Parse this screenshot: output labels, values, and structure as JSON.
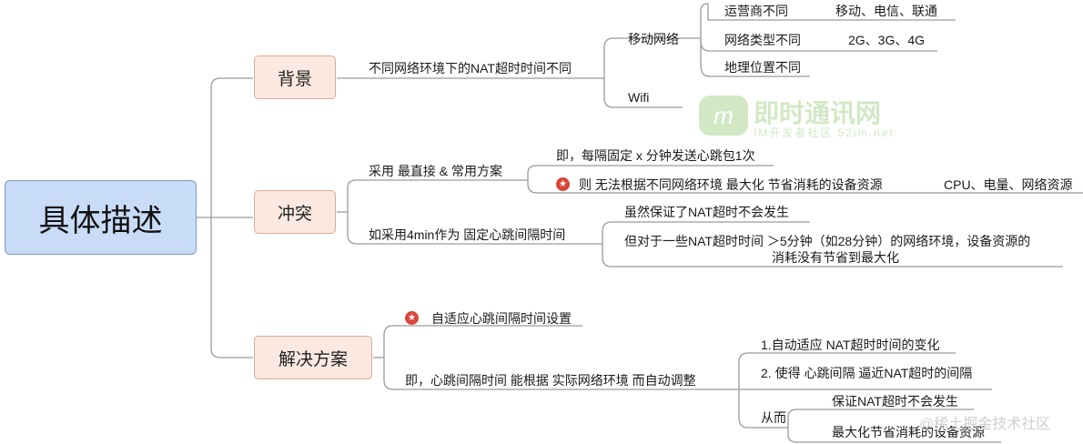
{
  "root": "具体描述",
  "branches": {
    "background": "背景",
    "conflict": "冲突",
    "solution": "解决方案"
  },
  "background": {
    "main": "不同网络环境下的NAT超时时间不同",
    "mobile": "移动网络",
    "carrier": "运营商不同",
    "carrier_values": "移动、电信、联通",
    "net_type": "网络类型不同",
    "net_type_values": "2G、3G、4G",
    "location": "地理位置不同",
    "wifi": "Wifi"
  },
  "conflict": {
    "common": "采用 最直接 & 常用方案",
    "fixed": "即，每隔固定 x 分钟发送心跳包1次",
    "problem": "则 无法根据不同网络环境 最大化 节省消耗的设备资源",
    "resources": "CPU、电量、网络资源",
    "fourmin": "如采用4min作为 固定心跳间隔时间",
    "guarantee": "虽然保证了NAT超时不会发生",
    "but_line1": "但对于一些NAT超时时间 ＞5分钟（如28分钟）的网络环境，设备资源的",
    "but_line2": "消耗没有节省到最大化"
  },
  "solution": {
    "adaptive": "自适应心跳间隔时间设置",
    "detail": "即，心跳间隔时间 能根据 实际网络环境 而自动调整",
    "step1": "1.自动适应 NAT超时时间的变化",
    "step2": "2. 使得 心跳间隔 逼近NAT超时的间隔",
    "thus": "从而",
    "result1": "保证NAT超时不会发生",
    "result2": "最大化节省消耗的设备资源"
  },
  "watermark": {
    "logo": "m",
    "title": "即时通讯网",
    "subtitle": "IM开发者社区  52im.net"
  },
  "credit": "@稀土掘金技术社区",
  "colors": {
    "root_fill": "#c9dcf7",
    "branch_fill": "#fbe9e1",
    "line": "#9a9a9a",
    "star": "#d8453b"
  }
}
